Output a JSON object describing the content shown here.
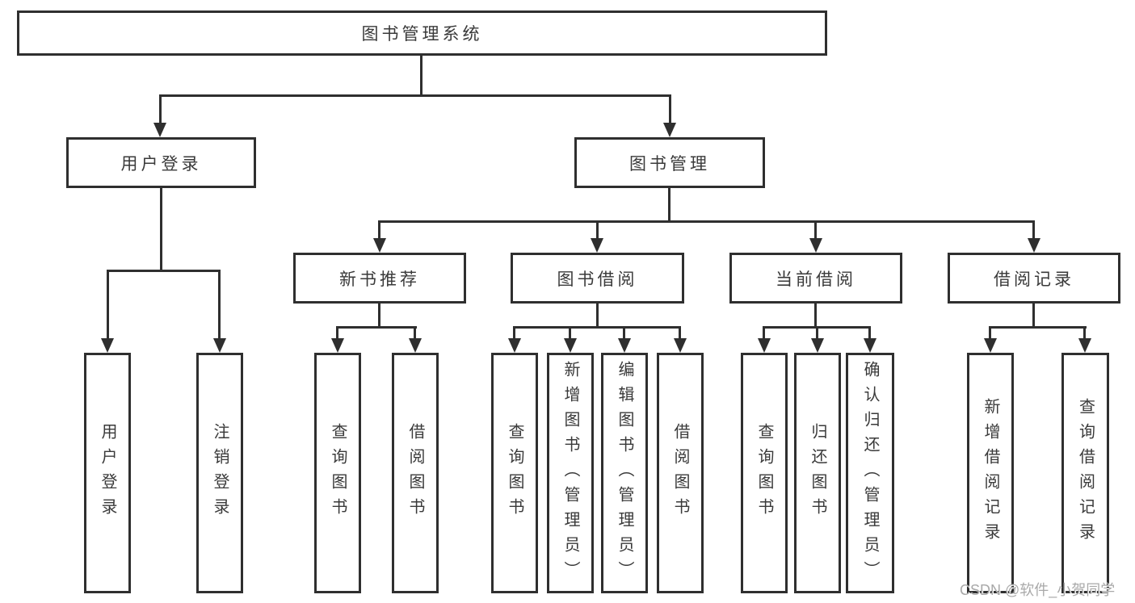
{
  "diagram": {
    "root": "图书管理系统",
    "level2": {
      "user_login": "用户登录",
      "book_mgmt": "图书管理"
    },
    "level3": {
      "new_rec": "新书推荐",
      "borrow": "图书借阅",
      "current": "当前借阅",
      "records": "借阅记录"
    },
    "leaves": {
      "user_login": "用户登录",
      "logout": "注销登录",
      "rec_query": "查询图书",
      "rec_borrow": "借阅图书",
      "bor_query": "查询图书",
      "bor_add": "新增图书（管理员）",
      "bor_edit": "编辑图书（管理员）",
      "bor_borrow": "借阅图书",
      "cur_query": "查询图书",
      "cur_return": "归还图书",
      "cur_confirm": "确认归还（管理员）",
      "hist_add": "新增借阅记录",
      "hist_query": "查询借阅记录"
    }
  },
  "watermark": "CSDN @软件_小贺同学",
  "colors": {
    "line": "#2f2f2f",
    "text": "#3a3a3a",
    "watermark": "#a9a9a9",
    "background": "#ffffff"
  }
}
